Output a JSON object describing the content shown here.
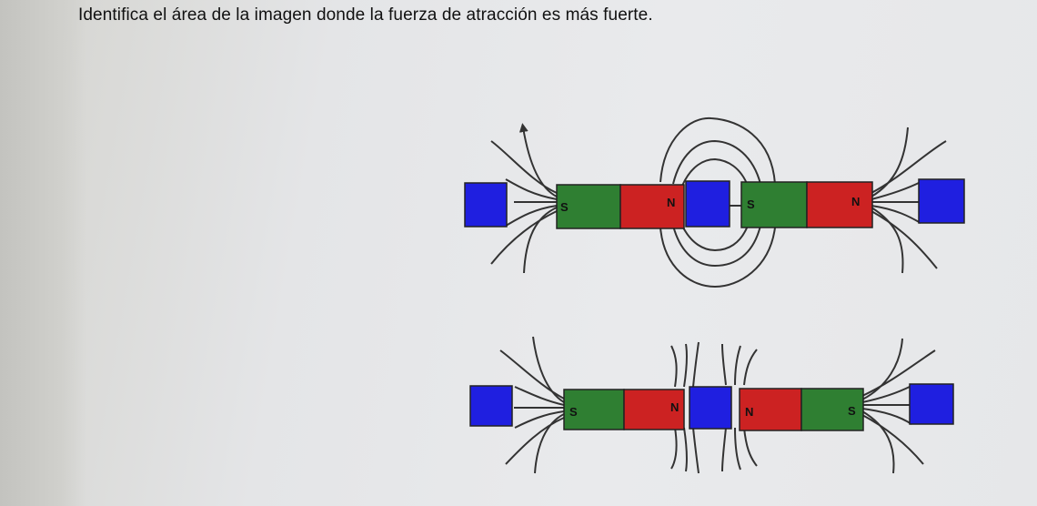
{
  "question": {
    "text": "Identifica el área de la imagen donde la fuerza de atracción es más fuerte."
  },
  "diagram_top": {
    "magnet_left": {
      "south_label": "S",
      "north_label": "N"
    },
    "magnet_right": {
      "south_label": "S",
      "north_label": "N"
    }
  },
  "diagram_bottom": {
    "magnet_left": {
      "south_label": "S",
      "north_label": "N"
    },
    "magnet_right": {
      "north_label": "N",
      "south_label": "S"
    }
  },
  "colors": {
    "north_pole": "#cc2222",
    "south_pole": "#2f7f32",
    "target_block": "#1f1fe0",
    "field_line": "#333333"
  }
}
